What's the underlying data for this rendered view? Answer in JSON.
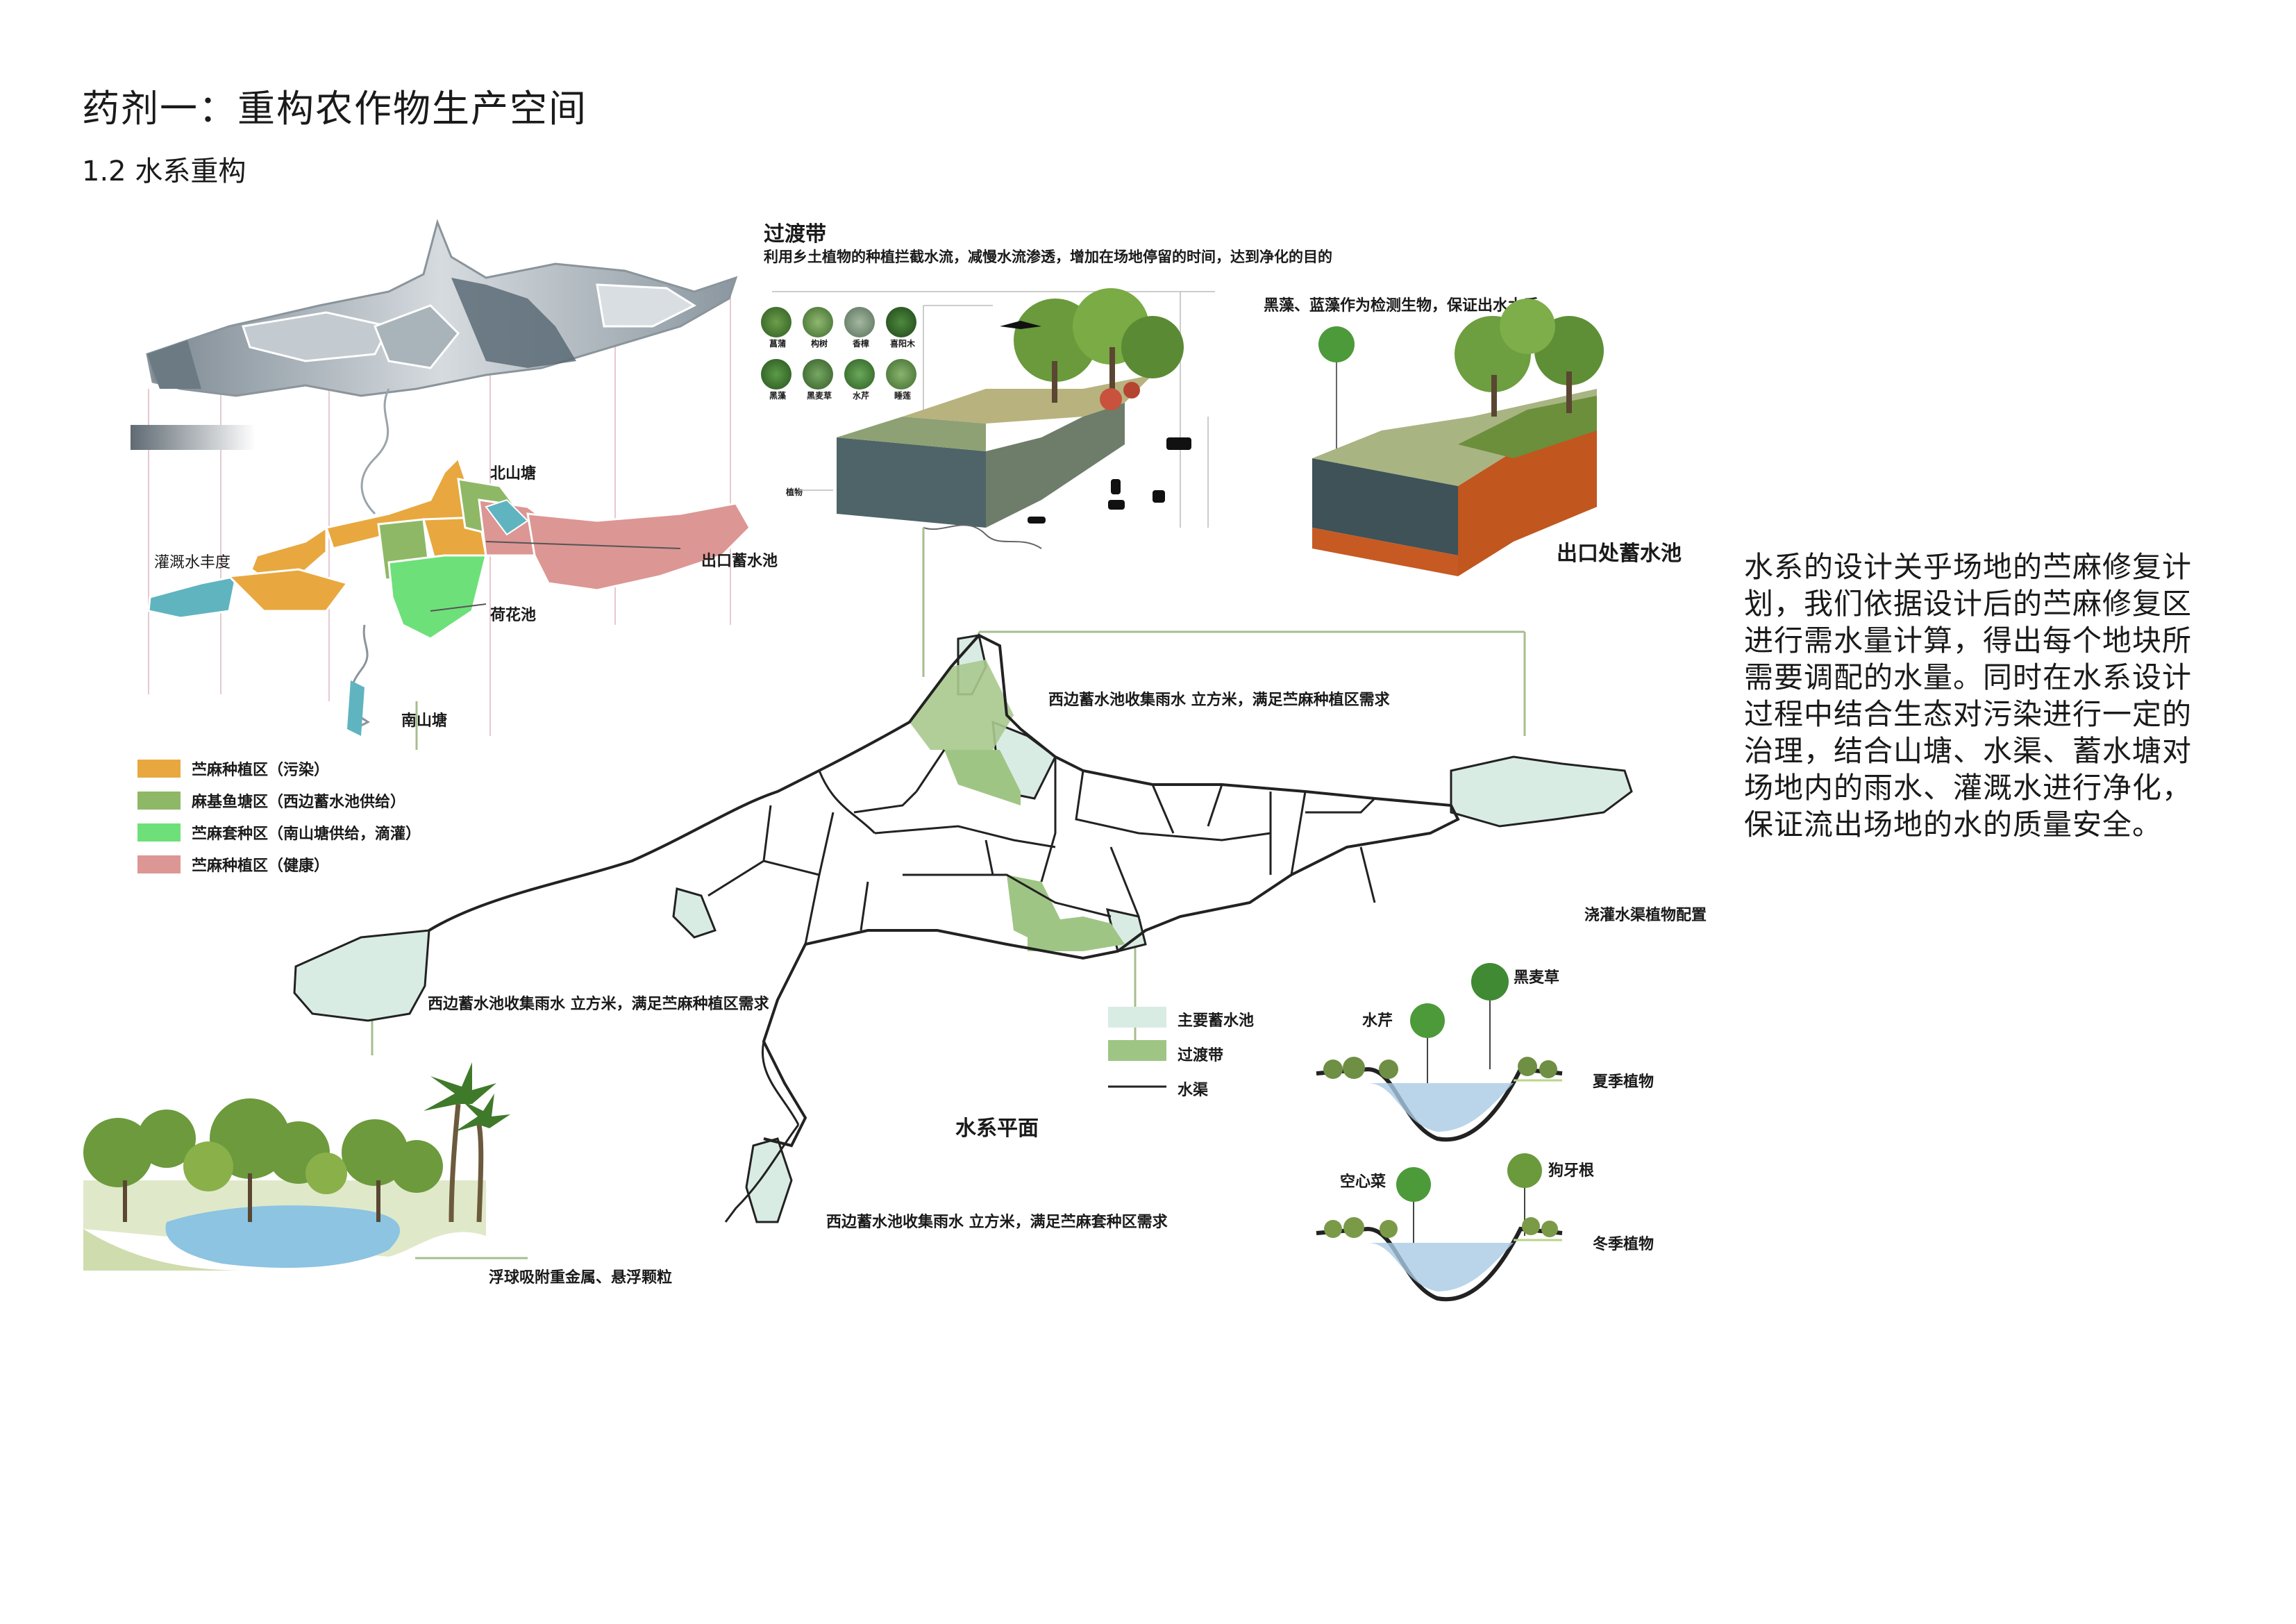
{
  "title": "药剂一：重构农作物生产空间",
  "subtitle": "1.2 水系重构",
  "top_map": {
    "labels": {
      "north": "北山塘",
      "irrigation": "灌溉水丰度",
      "outlet": "出口蓄水池",
      "lotus": "荷花池",
      "south": "南山塘"
    }
  },
  "legend_zones": [
    {
      "label": "苎麻种植区（污染）",
      "color": "#e8a83f"
    },
    {
      "label": "麻基鱼塘区（西边蓄水池供给）",
      "color": "#8fb866"
    },
    {
      "label": "苎麻套种区（南山塘供给，滴灌）",
      "color": "#6ee07a"
    },
    {
      "label": "苎麻种植区（健康）",
      "color": "#dc9694"
    }
  ],
  "transition_section": {
    "title": "过渡带",
    "desc": "利用乡土植物的种植拦截水流，减慢水流渗透，增加在场地停留的时间，达到净化的目的",
    "plants_row1": [
      "菖蒲",
      "构树",
      "香樟",
      "喜阳木"
    ],
    "plants_row2": [
      "黑藻",
      "黑麦草",
      "水芹",
      "睡莲"
    ],
    "plant_label": "植物"
  },
  "outlet_section": {
    "desc": "黑藻、蓝藻作为检测生物，保证出水水质",
    "title": "出口处蓄水池"
  },
  "paragraph": "水系的设计关乎场地的苎麻修复计划，我们依据设计后的苎麻修复区进行需水量计算，得出每个地块所需要调配的水量。同时在水系设计过程中结合生态对污染进行一定的治理，结合山塘、水渠、蓄水塘对场地内的雨水、灌溉水进行净化，保证流出场地的水的质量安全。",
  "main_map": {
    "label_top": "西边蓄水池收集雨水    立方米，满足苎麻种植区需求",
    "label_left": "西边蓄水池收集雨水    立方米，满足苎麻种植区需求",
    "label_bottom": "西边蓄水池收集雨水    立方米，满足苎麻套种区需求",
    "title": "水系平面",
    "legend": [
      {
        "label": "主要蓄水池",
        "color": "#d9ece4"
      },
      {
        "label": "过渡带",
        "color": "#9fc585"
      },
      {
        "label": "水渠",
        "color": "#222222"
      }
    ]
  },
  "channel_section": {
    "title": "浇灌水渠植物配置",
    "summer": {
      "label": "夏季植物",
      "plant_a": "水芹",
      "plant_b": "黑麦草"
    },
    "winter": {
      "label": "冬季植物",
      "plant_a": "空心菜",
      "plant_b": "狗牙根"
    }
  },
  "pond_section": {
    "caption": "浮球吸附重金属、悬浮颗粒"
  }
}
